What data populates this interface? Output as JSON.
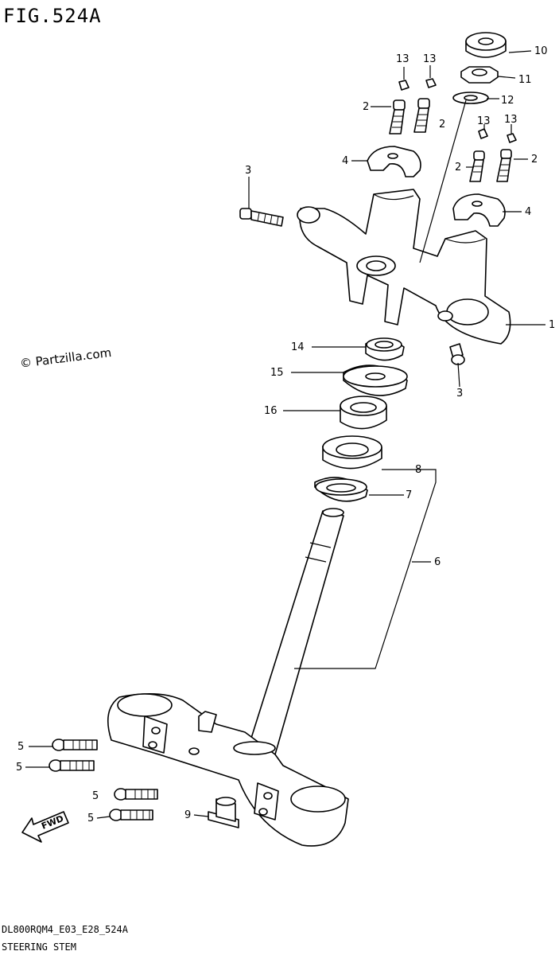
{
  "figure": {
    "title": "FIG.524A",
    "code": "DL800RQM4_E03_E28_524A",
    "name": "STEERING STEM"
  },
  "watermark": "© Partzilla.com",
  "fwd_label": "FWD",
  "callouts": [
    "1",
    "2",
    "2",
    "2",
    "2",
    "3",
    "3",
    "4",
    "4",
    "5",
    "5",
    "5",
    "5",
    "6",
    "7",
    "8",
    "9",
    "10",
    "11",
    "12",
    "13",
    "13",
    "13",
    "13",
    "14",
    "15",
    "16"
  ]
}
